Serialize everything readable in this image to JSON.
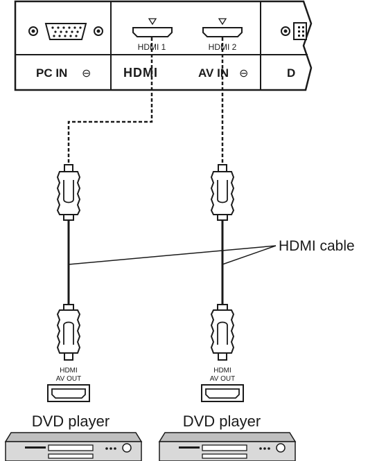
{
  "panel": {
    "port_label_1": "HDMI 1",
    "port_label_2": "HDMI 2",
    "pc_in": "PC IN",
    "hdmi_logo": "HDMI",
    "av_in": "AV IN",
    "cut_letter": "D",
    "input_symbol": "⊖"
  },
  "cable_label": "HDMI cable",
  "devices": [
    {
      "port_line1": "HDMI",
      "port_line2": "AV OUT",
      "name": "DVD player"
    },
    {
      "port_line1": "HDMI",
      "port_line2": "AV OUT",
      "name": "DVD player"
    }
  ],
  "colors": {
    "stroke": "#1a1a1a",
    "panel": "#ffffff",
    "player_body": "#d9d9d9"
  }
}
